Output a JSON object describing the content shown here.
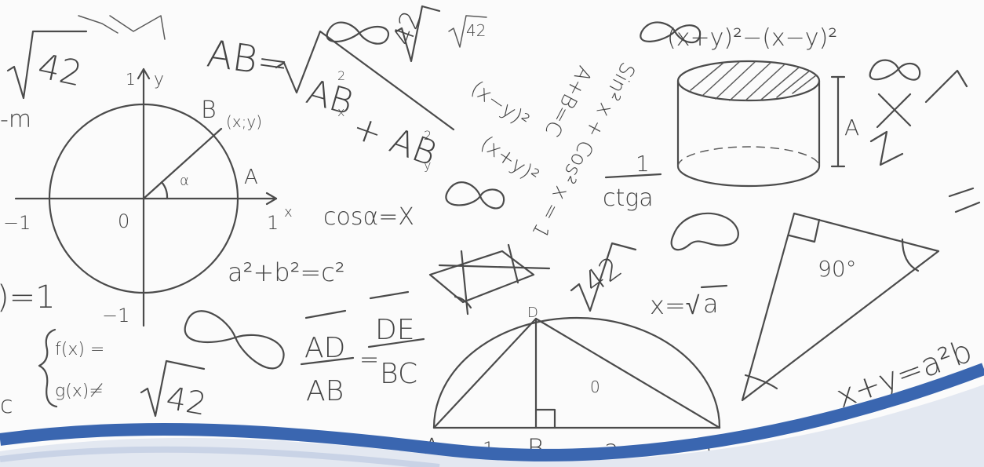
{
  "scene": {
    "colors": {
      "background": "#fbfbfb",
      "ink": "#4b4b4b",
      "wave_blue": "#3a66b0",
      "wave_light": "#c9d3e6"
    },
    "formulas": {
      "sqrt42": "42",
      "ab_lhs": "AB=",
      "ab_rad1": "AB",
      "ab_plus": "+ AB",
      "sub_x": "x",
      "sub_y": "y",
      "sup_2": "2",
      "xy_squared": "(x+y)²−(x−y)²",
      "sin2_cos": "Sin² x + Cos² x = 1",
      "a_plus_b": "A+B=C",
      "x_minus_y": "(x−y)²",
      "x_plus_y": "(x+y)²",
      "one": "1",
      "ctga": "ctga",
      "cos_alpha": "cosα=X",
      "pythag": "a²+b²=c²",
      "x_sqrt_a_lhs": "x=√",
      "x_sqrt_a_rad": "a",
      "ninety": "90°",
      "x_plus_y_a2b": "x+y=a²b",
      "fx": "f(x) =",
      "gx": "g(x)≠",
      "eq_one": ")=1",
      "minus_m": "-m",
      "frac_ad": "AD",
      "frac_ab": "AB",
      "frac_de": "DE",
      "frac_bc": "BC",
      "equals": "=",
      "A_label": "A",
      "letter_c": "c"
    },
    "circle_labels": {
      "y": "y",
      "one_top": "1",
      "B": "B",
      "B_coords": "(x;y)",
      "alpha": "α",
      "A": "A",
      "zero": "0",
      "minus_one_left": "−1",
      "one_right": "1",
      "x": "x",
      "minus_one_bottom": "−1"
    },
    "semicircle_labels": {
      "D": "D",
      "A": "A",
      "B": "B",
      "C": "C",
      "one": "1",
      "a": "a",
      "zero": "0"
    }
  }
}
